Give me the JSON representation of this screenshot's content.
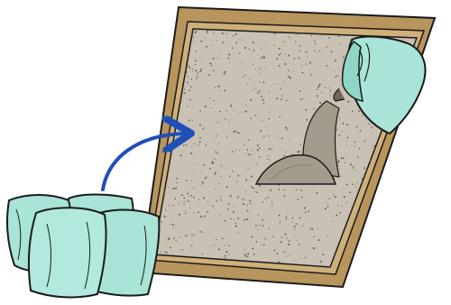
{
  "illustration": {
    "subject": "sandbox-filling-illustration",
    "elements": [
      "wooden-frame",
      "sand-surface",
      "sand-pile",
      "bag-pouring-sand",
      "sand-bags-stack",
      "direction-arrow-icon"
    ]
  },
  "colors": {
    "frame_outer": "#a08050",
    "frame_inner": "#c9aa74",
    "sand": "#c9c2b5",
    "sand_pile": "#a8a092",
    "bag_fill": "#a8e4d8",
    "bag_shadow": "#7fcab9",
    "arrow": "#1f4fb8",
    "outline": "#1a1a1a"
  }
}
